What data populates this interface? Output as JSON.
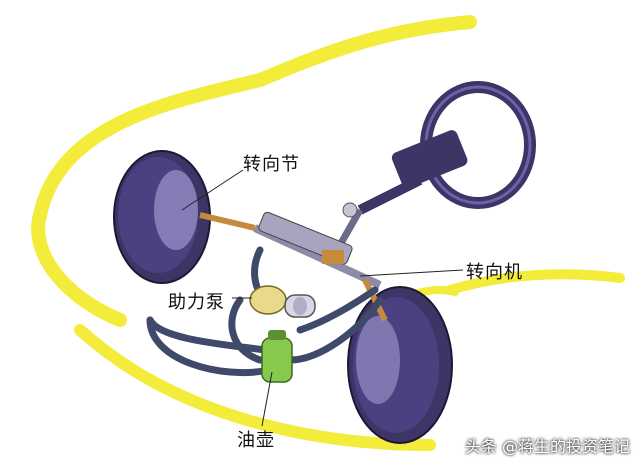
{
  "labels": {
    "steering_knuckle": "转向节",
    "steering_gear": "转向机",
    "power_pump": "助力泵",
    "oil_reservoir": "油壶"
  },
  "watermark": "头条 @蒋生的投资笔记",
  "colors": {
    "body_outline": "#f3ec3a",
    "tire": "#3d3566",
    "tire_highlight": "#b4aee0",
    "hose": "#3f4a6a",
    "metal": "#c58a3c",
    "reservoir": "#86c94d",
    "pump": "#e9d98a"
  }
}
